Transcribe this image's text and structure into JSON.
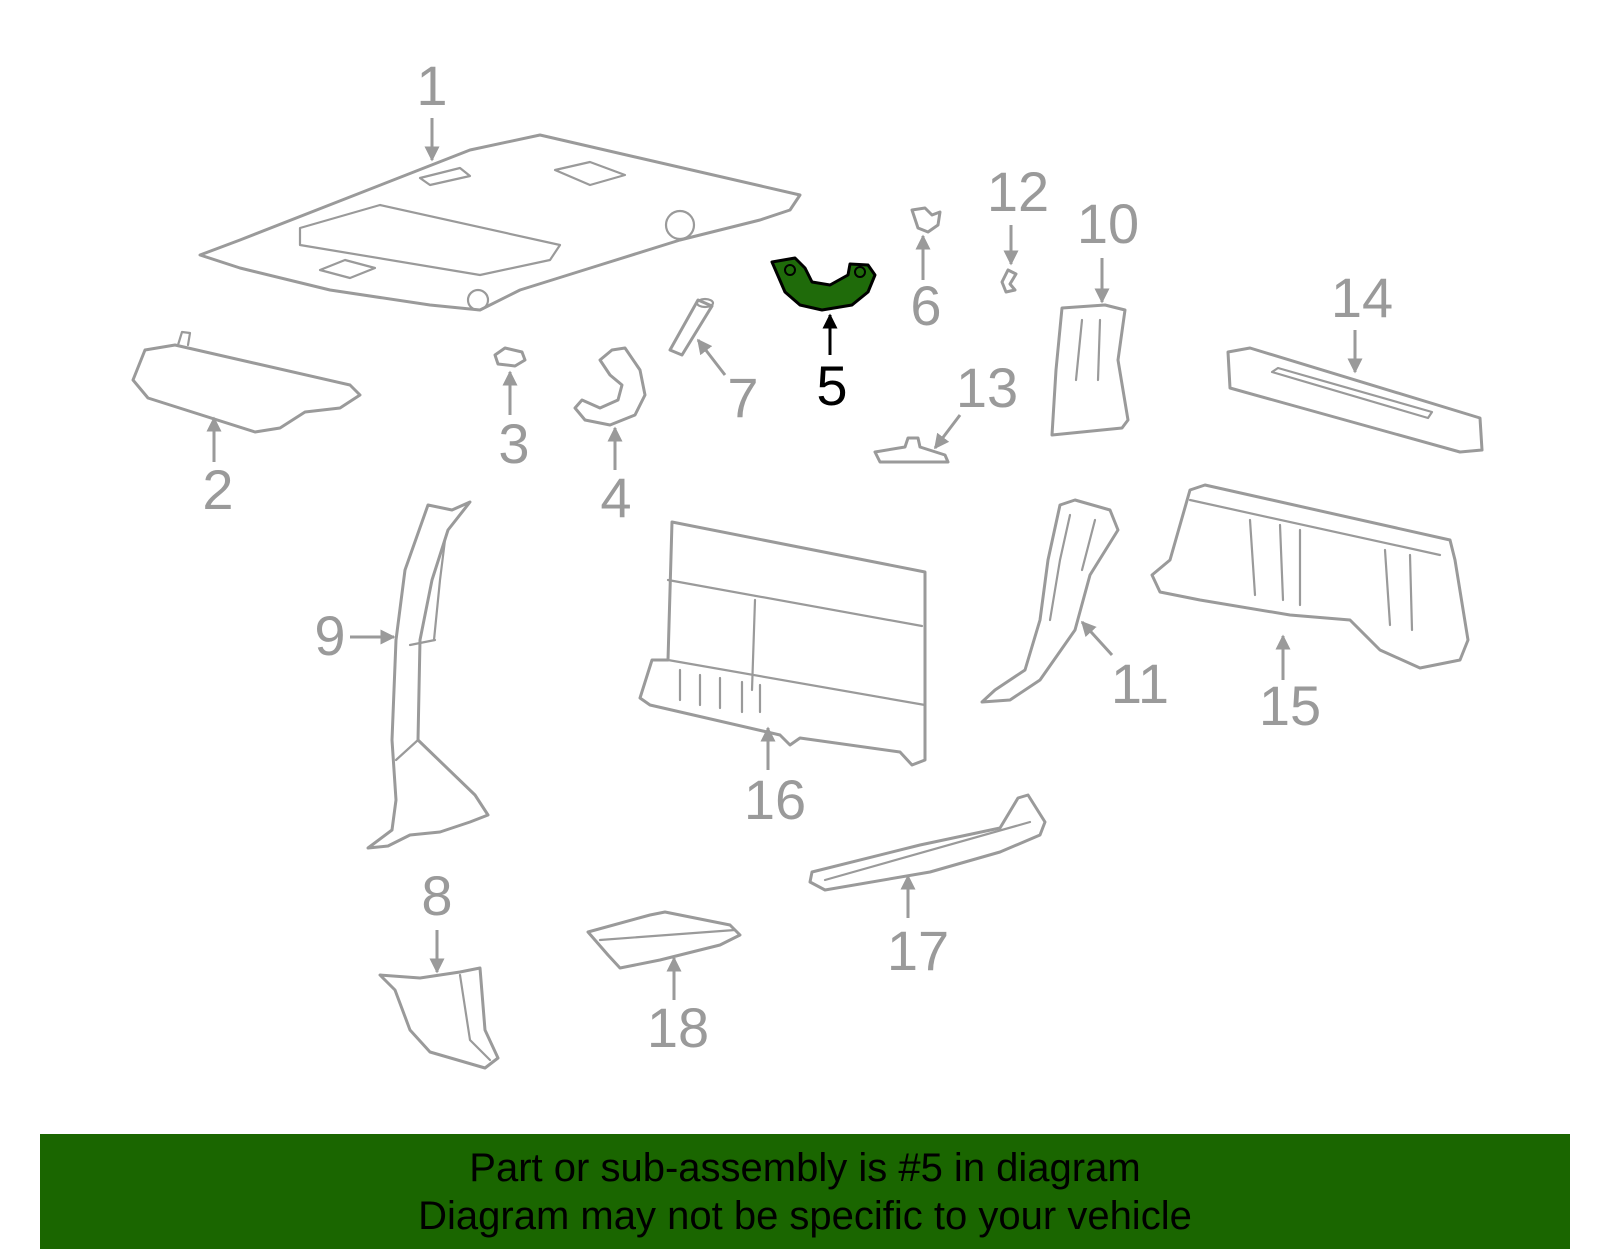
{
  "colors": {
    "part_outline": "#9a9a9a",
    "highlight_fill": "#1f6b0a",
    "banner_bg": "#1a6600",
    "text": "#000000"
  },
  "highlight": "5",
  "callouts": [
    "1",
    "2",
    "3",
    "4",
    "5",
    "6",
    "7",
    "8",
    "9",
    "10",
    "11",
    "12",
    "13",
    "14",
    "15",
    "16",
    "17",
    "18"
  ],
  "banner": {
    "line1": "Part or sub-assembly is #5 in diagram",
    "line2": "Diagram may not be specific to your vehicle"
  }
}
